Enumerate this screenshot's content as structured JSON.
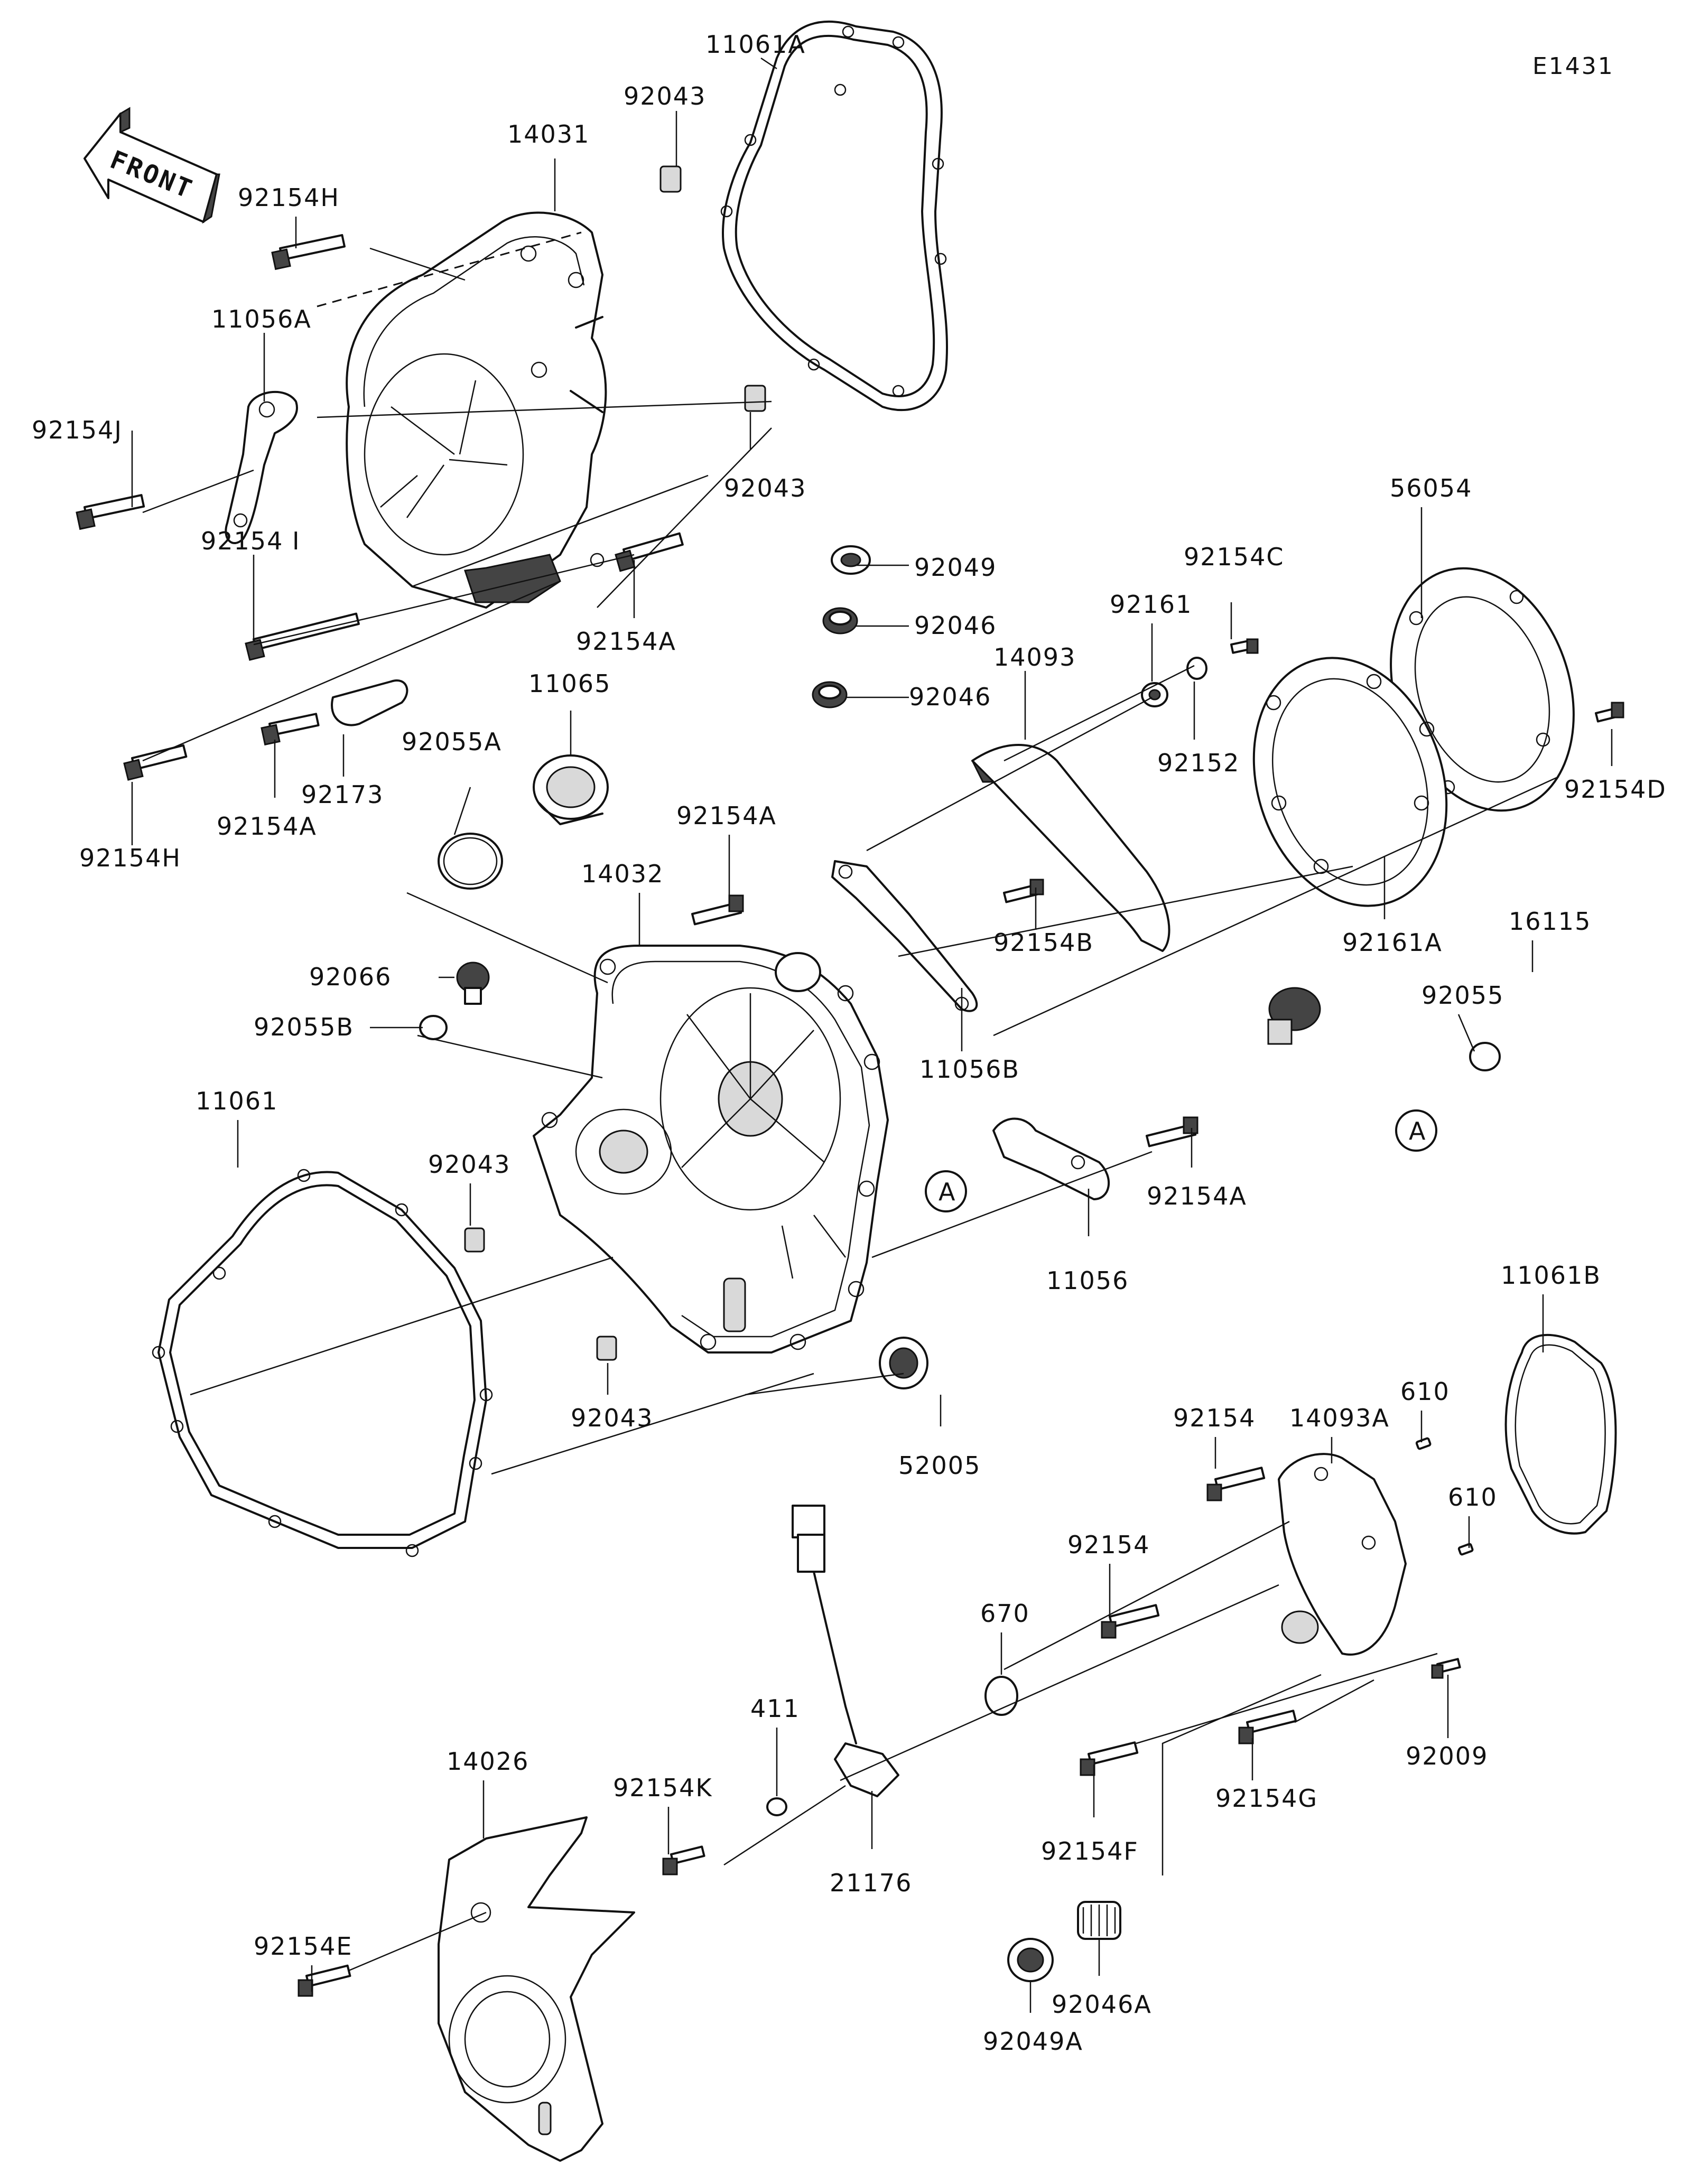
{
  "diagram_code": "E1431",
  "front_label": "FRONT",
  "reference_marker": "A",
  "parts": {
    "p_11061A": "11061A",
    "p_92043_top": "92043",
    "p_14031": "14031",
    "p_92154H_top": "92154H",
    "p_11056A": "11056A",
    "p_92154J": "92154J",
    "p_92043_mid": "92043",
    "p_92154I": "92154 I",
    "p_92154A_1": "92154A",
    "p_92049": "92049",
    "p_92046_1": "92046",
    "p_92046_2": "92046",
    "p_11065": "11065",
    "p_92055A": "92055A",
    "p_92173": "92173",
    "p_92154A_2": "92154A",
    "p_92154H_bot": "92154H",
    "p_56054": "56054",
    "p_92154C": "92154C",
    "p_92161": "92161",
    "p_14093": "14093",
    "p_92152": "92152",
    "p_92154D": "92154D",
    "p_92154A_3": "92154A",
    "p_14032": "14032",
    "p_92066": "92066",
    "p_92055B": "92055B",
    "p_92154B": "92154B",
    "p_92161A": "92161A",
    "p_16115": "16115",
    "p_92055": "92055",
    "p_11056B": "11056B",
    "p_11061": "11061",
    "p_92043_left": "92043",
    "p_92154A_4": "92154A",
    "p_11056": "11056",
    "p_11061B": "11061B",
    "p_92043_bot": "92043",
    "p_52005": "52005",
    "p_92154_1": "92154",
    "p_14093A": "14093A",
    "p_610_1": "610",
    "p_610_2": "610",
    "p_92154_2": "92154",
    "p_670": "670",
    "p_411": "411",
    "p_14026": "14026",
    "p_92154K": "92154K",
    "p_92009": "92009",
    "p_92154G": "92154G",
    "p_92154F": "92154F",
    "p_21176": "21176",
    "p_92154E": "92154E",
    "p_92046A": "92046A",
    "p_92049A": "92049A"
  }
}
